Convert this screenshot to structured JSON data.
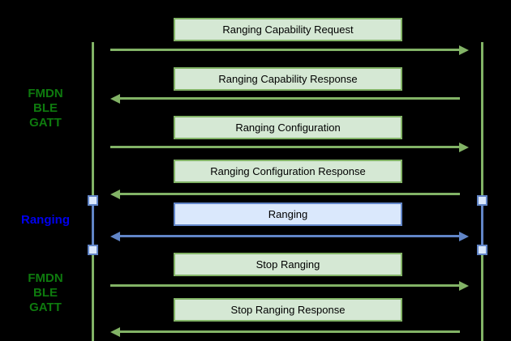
{
  "diagram": {
    "type": "sequence-diagram",
    "background": "#000000",
    "colors": {
      "green_fill": "#d5e8d4",
      "green_stroke": "#82b366",
      "blue_fill": "#dae8fc",
      "blue_stroke": "#6185c7",
      "side_label_green": "#0e7a0e",
      "side_label_blue": "#0000ee",
      "box_text": "#000000"
    },
    "side_labels": [
      {
        "lines": [
          "FMDN",
          "BLE",
          "GATT"
        ],
        "theme": "green"
      },
      {
        "lines": [
          "Ranging"
        ],
        "theme": "blue"
      },
      {
        "lines": [
          "FMDN",
          "BLE",
          "GATT"
        ],
        "theme": "green"
      }
    ],
    "messages": [
      {
        "label": "Ranging Capability Request",
        "direction": "right",
        "theme": "green"
      },
      {
        "label": "Ranging Capability Response",
        "direction": "left",
        "theme": "green"
      },
      {
        "label": "Ranging Configuration",
        "direction": "right",
        "theme": "green"
      },
      {
        "label": "Ranging Configuration Response",
        "direction": "left",
        "theme": "green"
      },
      {
        "label": "Ranging",
        "direction": "both",
        "theme": "blue"
      },
      {
        "label": "Stop Ranging",
        "direction": "right",
        "theme": "green"
      },
      {
        "label": "Stop Ranging Response",
        "direction": "left",
        "theme": "green"
      }
    ],
    "lifelines": {
      "count": 2,
      "segment_themes": [
        "green",
        "blue",
        "green"
      ]
    }
  }
}
